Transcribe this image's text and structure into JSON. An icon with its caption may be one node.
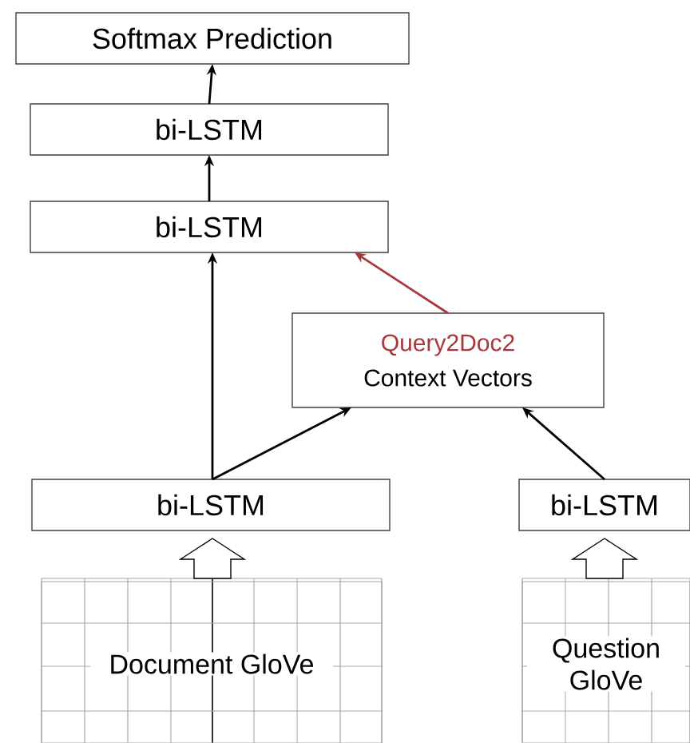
{
  "diagram": {
    "nodes": [
      {
        "text": [
          "Softmax Prediction"
        ]
      },
      {
        "text": [
          "bi-LSTM"
        ]
      },
      {
        "text": [
          "bi-LSTM"
        ]
      },
      {
        "text": [
          "Query2Doc2",
          "Context Vectors"
        ]
      },
      {
        "text": [
          "bi-LSTM"
        ]
      },
      {
        "text": [
          "bi-LSTM"
        ]
      },
      {
        "text": [
          "Document GloVe"
        ]
      },
      {
        "text": [
          "Question GloVe"
        ]
      }
    ],
    "edges": [
      {
        "from": 1,
        "to": 0,
        "arrow": "to"
      },
      {
        "from": 2,
        "to": 1,
        "arrow": "to"
      },
      {
        "from": 4,
        "to": 2,
        "arrow": "to"
      },
      {
        "from": 4,
        "to": 3,
        "arrow": "to"
      },
      {
        "from": 5,
        "to": 3,
        "arrow": "to"
      },
      {
        "from": 3,
        "to": 2,
        "arrow": "to",
        "color": "#a8383b"
      },
      {
        "from": 6,
        "to": 4,
        "arrow": "to",
        "style": "thick"
      },
      {
        "from": 7,
        "to": 5,
        "arrow": "to",
        "style": "thick"
      }
    ]
  }
}
